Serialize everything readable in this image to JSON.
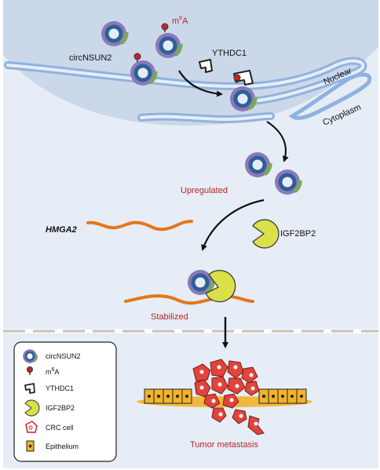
{
  "labels": {
    "circ": "circNSUN2",
    "m6a_prefix": "m",
    "m6a_sup": "6",
    "m6a_suffix": "A",
    "ythdc1": "YTHDC1",
    "nuclear": "Nuclear",
    "cytoplasm": "Cytoplasm",
    "upregulated": "Upregulated",
    "hmga2": "HMGA2",
    "igf2bp2": "IGF2BP2",
    "stabilized": "Stabilized",
    "tumor": "Tumor metastasis"
  },
  "legend": {
    "circ": "circNSUN2",
    "m6a_prefix": "m",
    "m6a_sup": "6",
    "m6a_suffix": "A",
    "ythdc1": "YTHDC1",
    "igf2bp2": "IGF2BP2",
    "crc": "CRC cell",
    "epi": "Epithelium"
  },
  "colors": {
    "background": "#e7edf6",
    "nucleus_fill": "#cad8ea",
    "membrane": "#8fb3de",
    "circ_outer": "#8a79b8",
    "circ_inner": "#2d5f99",
    "circ_accent": "#7aa85a",
    "m6a": "#c8232a",
    "hmga2": "#e4761c",
    "igf2bp2": "#d9e04a",
    "label_red": "#b8232a",
    "cell_red": "#e0443a",
    "epithelium": "#f1b32a"
  }
}
